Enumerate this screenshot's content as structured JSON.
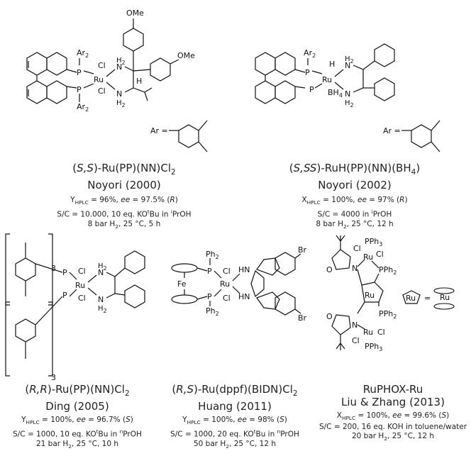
{
  "catalysts": [
    {
      "name_html": "(<i>S,S</i>)-Ru(PP)(NN)Cl<sub>2</sub>",
      "author": "Noyori (2000)",
      "line1_html": "Y<sub>HPLC</sub> = 96%, <i>ee</i> = 97.5% (<i>R</i>)",
      "line2_html": "S/C = 10.000, 10 eq. KO<sup>t</sup>Bu in <sup>i</sup>PrOH",
      "line3_html": "8 bar H<sub>2</sub>, 25 °C, 5 h"
    },
    {
      "name_html": "(<i>S,SS</i>)-RuH(PP)(NN)(BH<sub>4</sub>)",
      "author": "Noyori (2002)",
      "line1_html": "X<sub>HPLC</sub> = 100%, <i>ee</i> = 97% (<i>R</i>)",
      "line2_html": "S/C = 4000 in <sup>i</sup>PrOH",
      "line3_html": "8 bar H<sub>2</sub>, 25 °C, 12 h"
    },
    {
      "name_html": "(<i>R,R</i>)-Ru(PP)(NN)Cl<sub>2</sub>",
      "author": "Ding (2005)",
      "line1_html": "Y<sub>HPLC</sub> = 100%, <i>ee</i> = 96.7% (<i>S</i>)",
      "line2_html": "S/C = 1000, 10 eq. KO<sup>t</sup>Bu in <sup>n</sup>PrOH",
      "line3_html": "21 bar H<sub>2</sub>, 25 °C, 10 h"
    },
    {
      "name_html": "(<i>R,S</i>)-Ru(dppf)(BIDN)Cl<sub>2</sub>",
      "author": "Huang (2011)",
      "line1_html": "Y<sub>HPLC</sub> = 100%, <i>ee</i> = 98% (<i>S</i>)",
      "line2_html": "S/C = 1000, 20 eq. KO<sup>t</sup>Bu in <sup>n</sup>PrOH",
      "line3_html": "50 bar H<sub>2</sub>, 25 °C, 12 h"
    },
    {
      "name_html": "RuPHOX-Ru",
      "author": "Liu &amp; Zhang (2013)",
      "line1_html": "X<sub>HPLC</sub> = 100%, <i>ee</i> = 99.6% (<i>S</i>)",
      "line2_html": "S/C = 200, 16 eq. KOH in toluene/water",
      "line3_html": "20 bar H<sub>2</sub>, 25 °C, 12 h"
    }
  ],
  "labels": {
    "ar2": "Ar",
    "two": "2",
    "p": "P",
    "ru": "Ru",
    "cl": "Cl",
    "h": "H",
    "n_h": "N",
    "fe": "Fe",
    "ph": "Ph",
    "br": "Br",
    "ome": "OMe",
    "bh4": "BH",
    "four": "4",
    "ar_eq": "Ar =",
    "hn": "HN",
    "o": "O",
    "pph3": "PPh",
    "three": "3",
    "pph2": "PPh",
    "eq": "="
  }
}
